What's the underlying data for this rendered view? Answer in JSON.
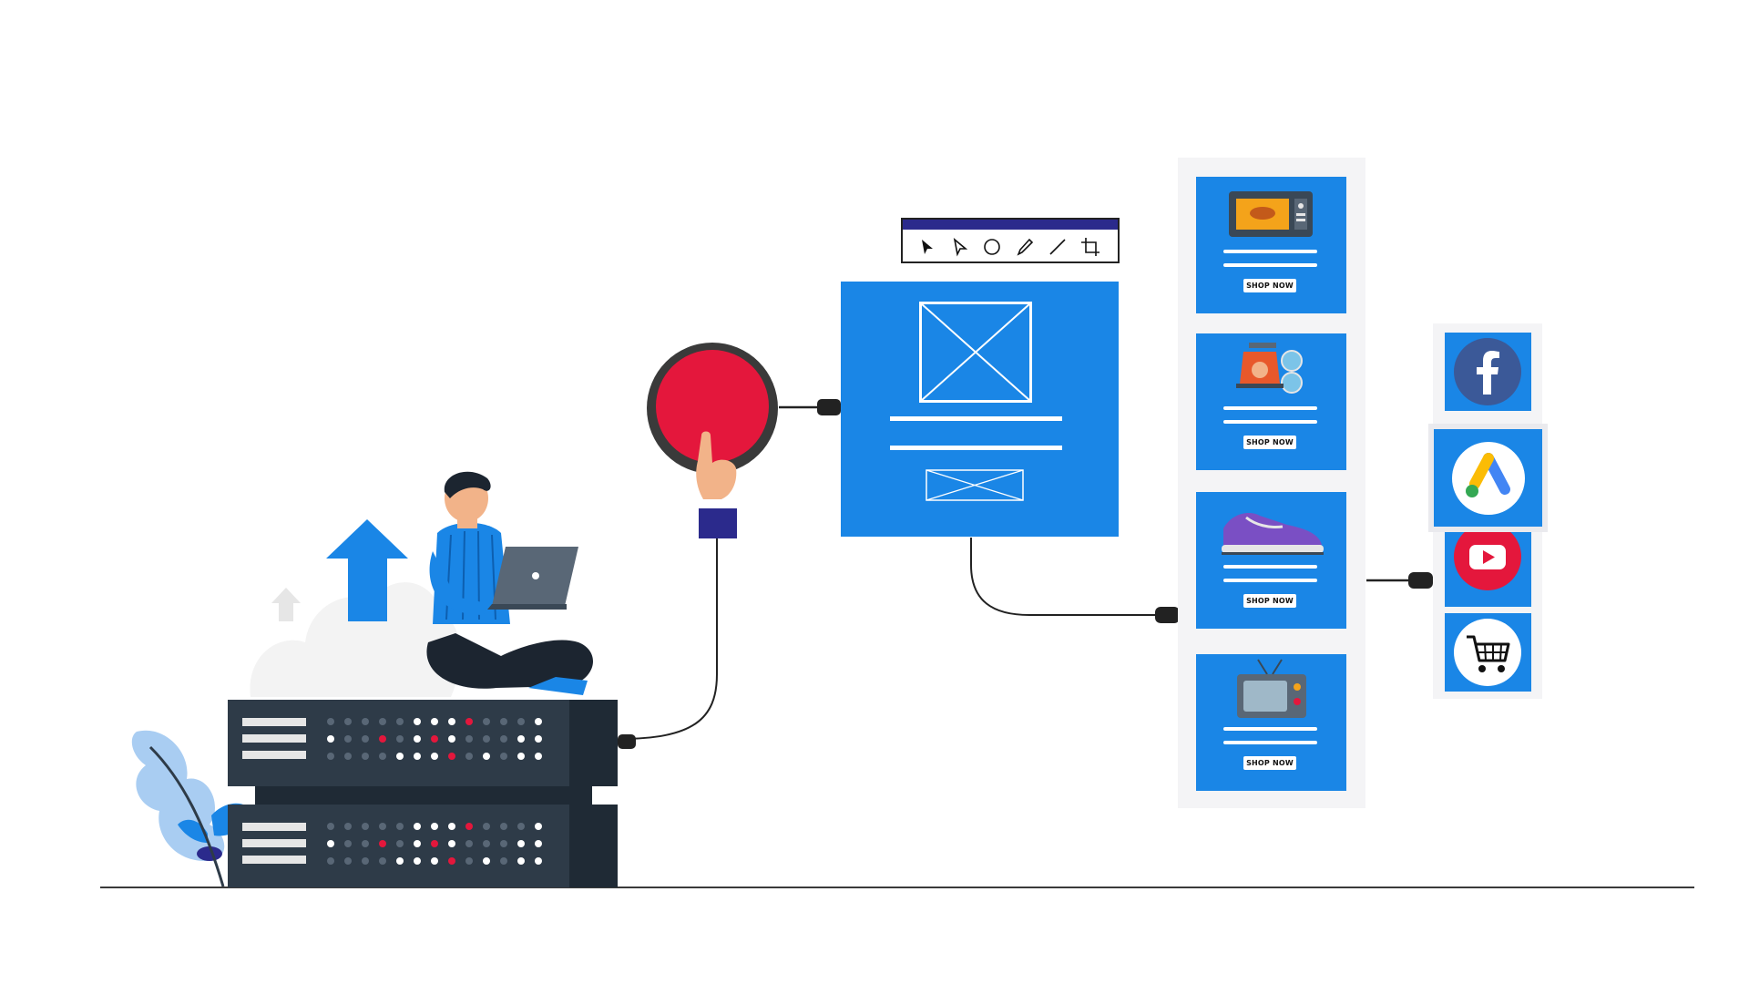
{
  "products": [
    {
      "id": "microwave",
      "icon": "microwave-icon",
      "cta": "SHOP NOW"
    },
    {
      "id": "meat-grinder",
      "icon": "meat-grinder-icon",
      "cta": "SHOP NOW"
    },
    {
      "id": "sneaker",
      "icon": "sneaker-icon",
      "cta": "SHOP NOW"
    },
    {
      "id": "tv",
      "icon": "retro-tv-icon",
      "cta": "SHOP NOW"
    }
  ],
  "platforms": [
    {
      "name": "facebook",
      "icon": "facebook-icon"
    },
    {
      "name": "google-ads",
      "icon": "google-ads-icon"
    },
    {
      "name": "youtube",
      "icon": "youtube-icon"
    },
    {
      "name": "shopping",
      "icon": "shopping-cart-icon"
    }
  ],
  "toolbar_tools": [
    "arrow-cursor-icon",
    "hollow-cursor-icon",
    "circle-tool-icon",
    "pencil-tool-icon",
    "line-tool-icon",
    "crop-tool-icon"
  ],
  "colors": {
    "primary_blue": "#1a86e6",
    "toolbar_navy": "#2b2a8c",
    "button_red": "#e4173c",
    "server_dark": "#2e3b48",
    "panel_gray": "#f4f4f6"
  }
}
